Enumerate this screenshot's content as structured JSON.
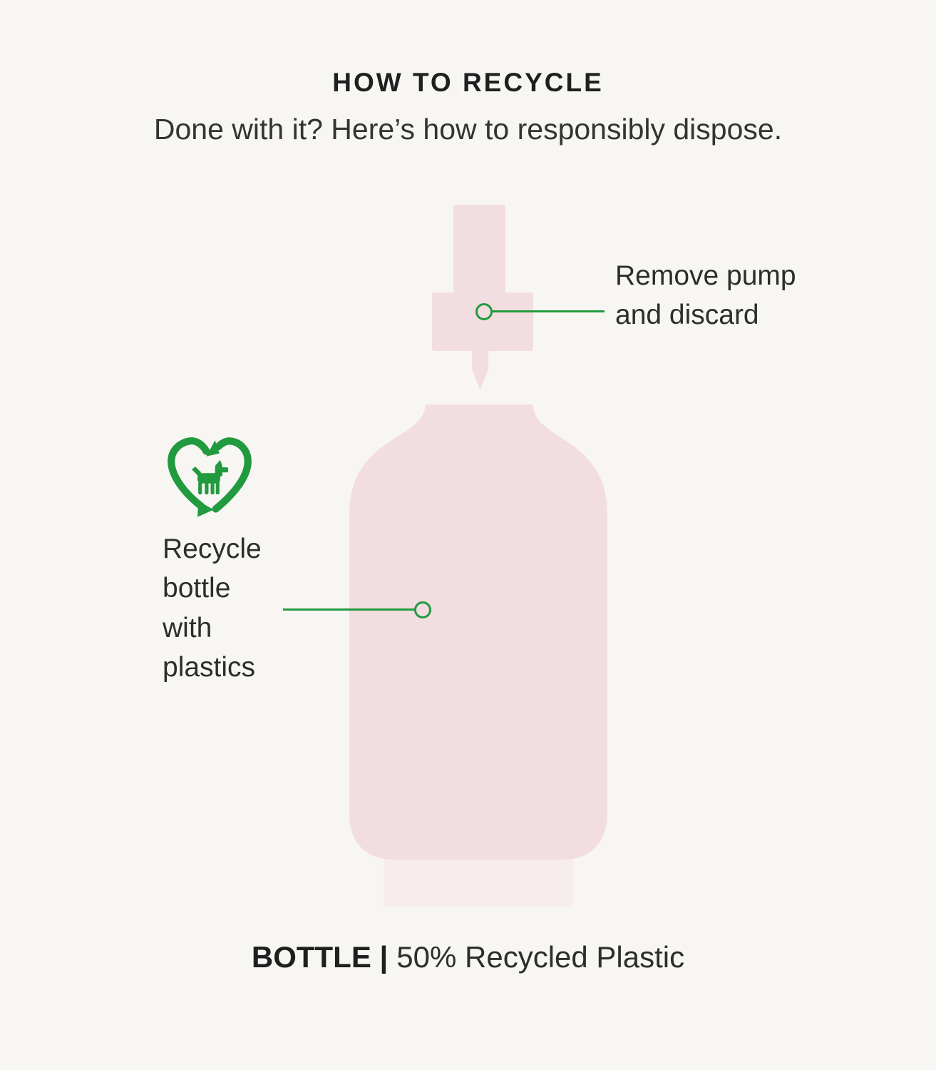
{
  "colors": {
    "bg": "#f7f6f3",
    "pink": "#f2dde0",
    "pink_light": "#f8edee",
    "green": "#229a3f",
    "text": "#2d2d2d"
  },
  "content": {
    "title": "HOW TO RECYCLE",
    "subtitle": "Done with it? Here’s how to responsibly dispose.",
    "pump_callout": "Remove pump and discard",
    "bottle_callout": "Recycle bottle with plastics",
    "footer_bold": "BOTTLE |",
    "footer_regular": "50% Recycled Plastic"
  },
  "icons": {
    "recycle_heart": "heart-shaped-recycle-arrows-with-dog",
    "pump_marker": "circle-callout-marker",
    "bottle_marker": "circle-callout-marker"
  }
}
